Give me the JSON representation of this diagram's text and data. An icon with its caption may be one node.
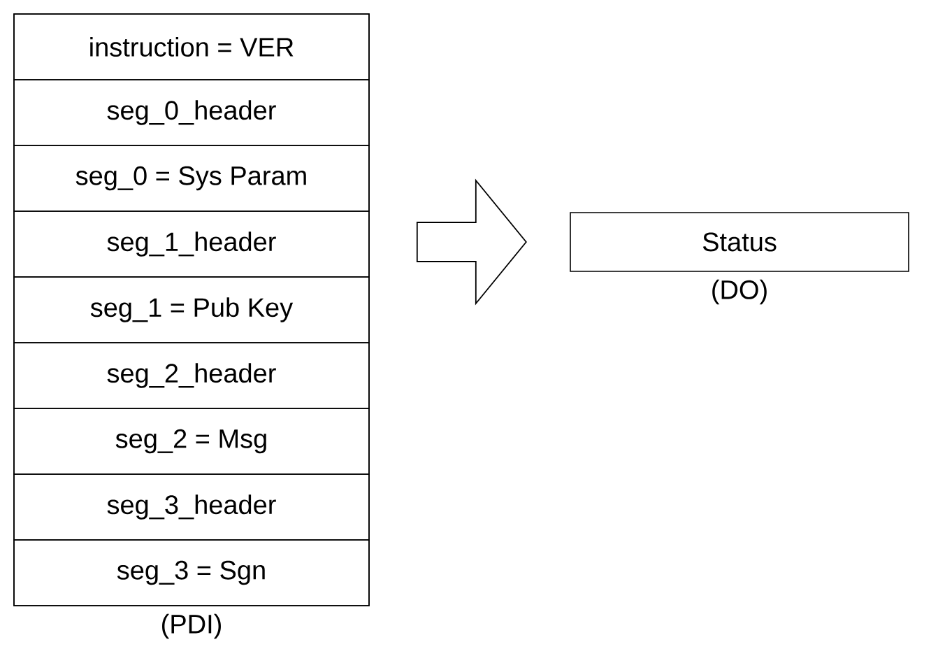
{
  "diagram": {
    "nodes": [
      {
        "text": [],
        "shape": "box",
        "beside": [
          "(PDI)"
        ]
      },
      {
        "text": [
          "instruction = VER"
        ],
        "in": 0
      },
      {
        "text": [
          "seg_0_header"
        ],
        "in": 0
      },
      {
        "text": [
          "seg_0 = Sys Param"
        ],
        "in": 0
      },
      {
        "text": [
          "seg_1_header"
        ],
        "in": 0
      },
      {
        "text": [
          "seg_1 = Pub Key"
        ],
        "in": 0
      },
      {
        "text": [
          "seg_2_header"
        ],
        "in": 0
      },
      {
        "text": [
          "seg_2 = Msg"
        ],
        "in": 0
      },
      {
        "text": [
          "seg_3_header"
        ],
        "in": 0
      },
      {
        "text": [
          "seg_3 = Sgn"
        ],
        "in": 0
      },
      {
        "text": [
          "Status"
        ],
        "beside": [
          "(DO)"
        ]
      }
    ],
    "edges": [
      {
        "from": 0,
        "to": 10,
        "arrow": "to"
      }
    ]
  }
}
